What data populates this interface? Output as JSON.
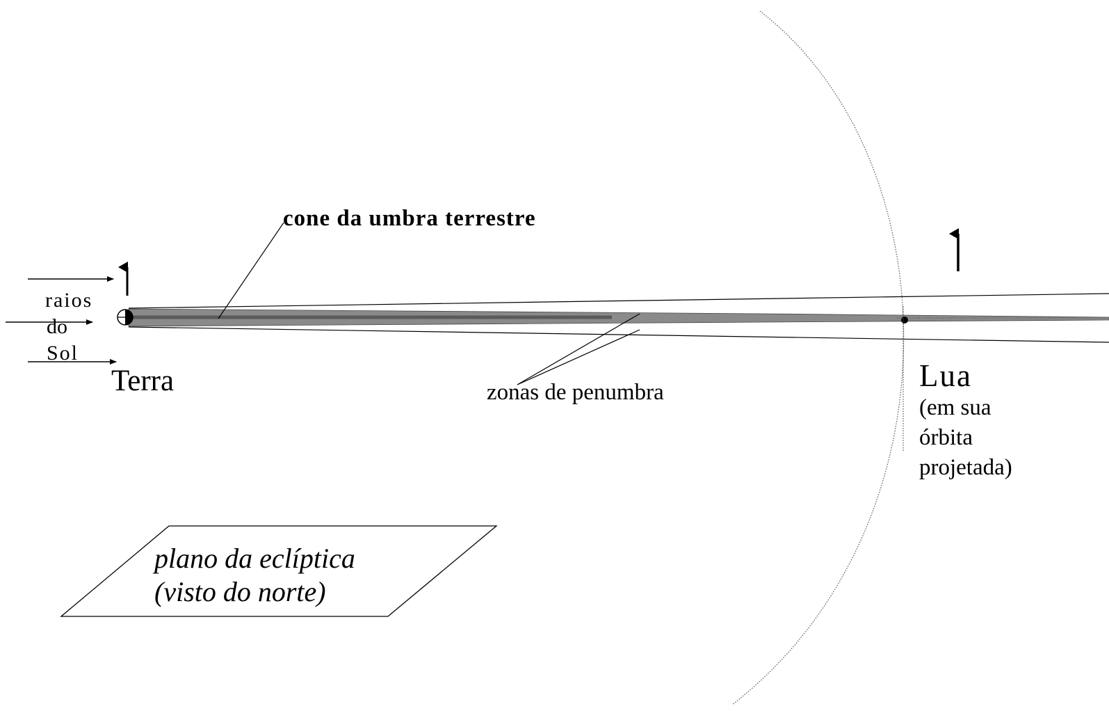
{
  "labels": {
    "cone": "cone da umbra terrestre",
    "rays_line1": "raios",
    "rays_line2": "do",
    "rays_line3": "Sol",
    "earth": "Terra",
    "penumbra": "zonas de penumbra",
    "moon": "Lua",
    "moon_note_line1": "(em sua",
    "moon_note_line2": "órbita",
    "moon_note_line3": "projetada)",
    "plane_line1": "plano da eclíptica",
    "plane_line2": "(visto do norte)"
  },
  "colors": {
    "umbra": "#8a8a8a",
    "line": "#000000",
    "orbit": "#555555",
    "background": "#ffffff"
  }
}
